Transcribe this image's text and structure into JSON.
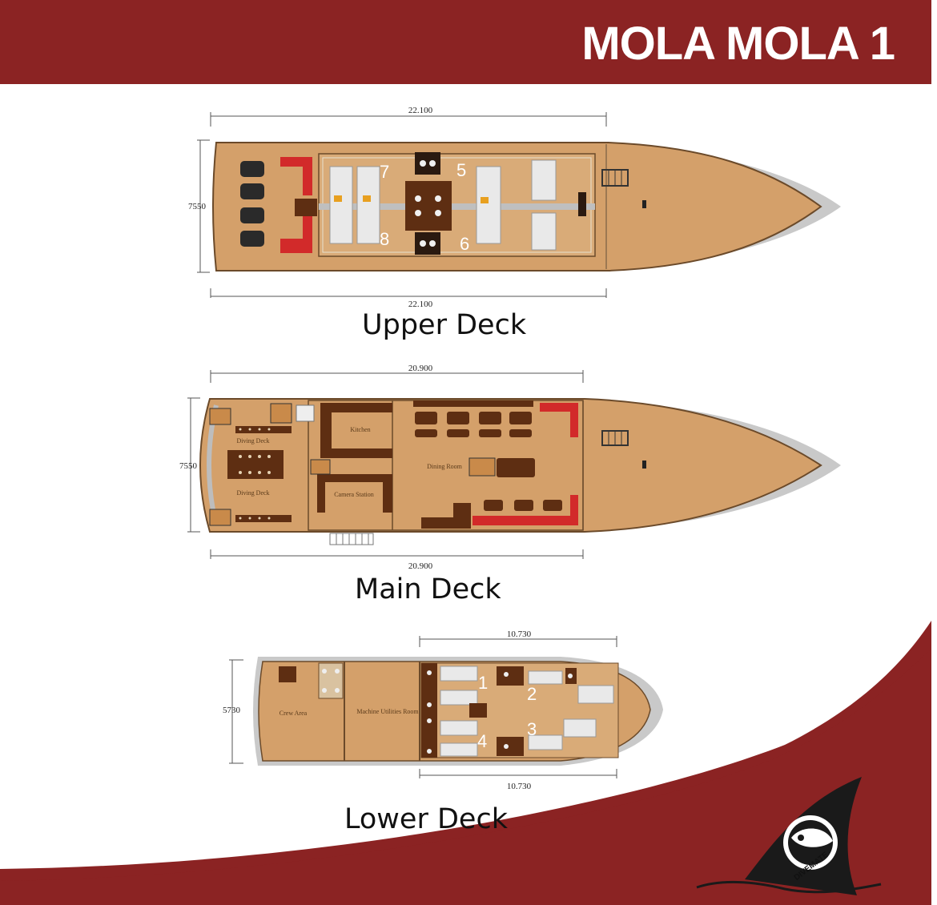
{
  "title": "MOLA MOLA 1",
  "brand_text": "DIVEMATE",
  "colors": {
    "brand": "#8b2323",
    "deck": "#d4a06a",
    "deck_dark": "#b9844c",
    "bow": "#c9c9c9",
    "furniture": "#5e2e12",
    "sofa": "#d22a2a"
  },
  "decks": {
    "upper": {
      "label": "Upper Deck",
      "dim_top": "22.100",
      "dim_bottom": "22.100",
      "dim_side": "7550",
      "cabins": [
        "7",
        "5",
        "8",
        "6"
      ]
    },
    "main": {
      "label": "Main Deck",
      "dim_top": "20.900",
      "dim_bottom": "20.900",
      "dim_side": "7550",
      "rooms": {
        "diving_top": "Diving Deck",
        "diving_bottom": "Diving Deck",
        "kitchen": "Kitchen",
        "camera": "Camera Station",
        "dining": "Dining Room"
      }
    },
    "lower": {
      "label": "Lower Deck",
      "dim_top": "10.730",
      "dim_bottom": "10.730",
      "dim_side": "5730",
      "rooms": {
        "crew": "Crew Area",
        "machine": "Machine Utilities Room"
      },
      "cabins": [
        "1",
        "2",
        "3",
        "4"
      ]
    }
  }
}
